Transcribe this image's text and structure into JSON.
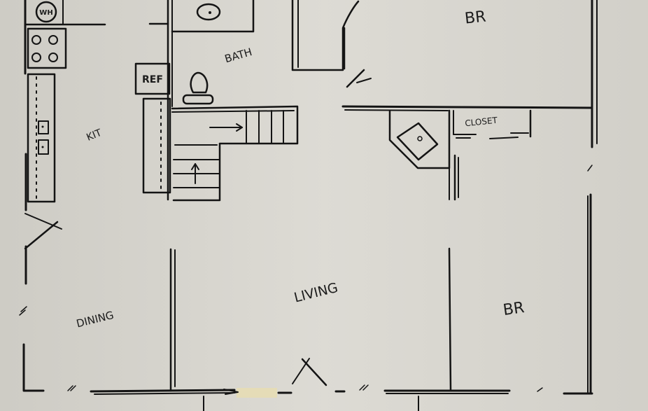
{
  "labels": {
    "wh": "WH",
    "ref": "REF",
    "bath": "BATH",
    "kit": "KIT",
    "closet": "CLOSET",
    "br_top": "BR",
    "br_bottom": "BR",
    "living": "LIVING",
    "dining": "DINING"
  },
  "colors": {
    "paper": "#d9d7d0",
    "ink": "#141414",
    "tape": "#e6ddb4"
  }
}
